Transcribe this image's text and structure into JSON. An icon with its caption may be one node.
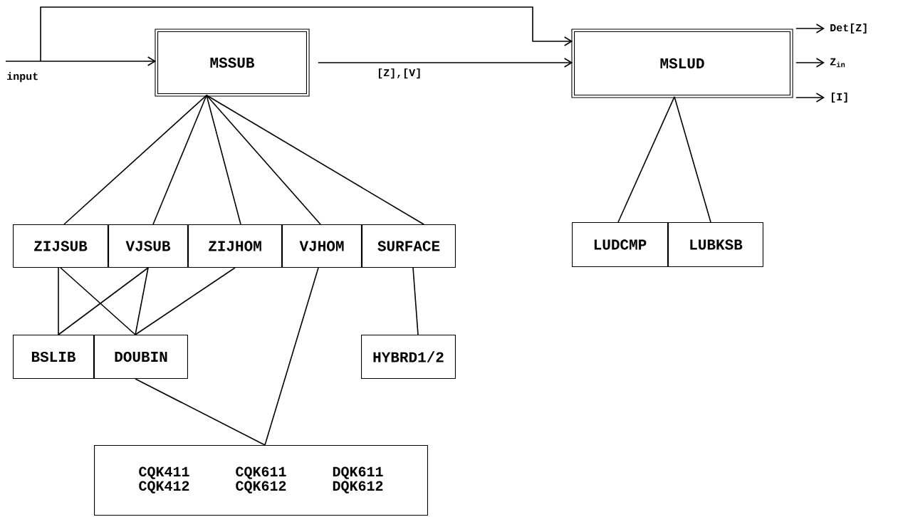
{
  "diagram": {
    "nodes": [
      {
        "text": [
          "MSSUB"
        ]
      },
      {
        "text": [
          "MSLUD"
        ]
      },
      {
        "text": [
          "ZIJSUB"
        ]
      },
      {
        "text": [
          "VJSUB"
        ]
      },
      {
        "text": [
          "ZIJHOM"
        ]
      },
      {
        "text": [
          "VJHOM"
        ]
      },
      {
        "text": [
          "SURFACE"
        ]
      },
      {
        "text": [
          "LUDCMP"
        ]
      },
      {
        "text": [
          "LUBKSB"
        ]
      },
      {
        "text": [
          "BSLIB"
        ]
      },
      {
        "text": [
          "DOUBIN"
        ]
      },
      {
        "text": [
          "HYBRD1/2"
        ]
      },
      {
        "text": [
          "CQK411",
          "CQK611",
          "DQK611",
          "CQK412",
          "CQK612",
          "DQK612"
        ]
      }
    ],
    "edges": [
      {
        "from": null,
        "to": 0,
        "arrow": "to",
        "label": "input"
      },
      {
        "from": null,
        "to": 1,
        "arrow": "to"
      },
      {
        "from": 0,
        "to": 1,
        "arrow": "to",
        "label": "[Z],[V]"
      },
      {
        "from": 1,
        "to": null,
        "arrow": "to",
        "label": "Det[Z]"
      },
      {
        "from": 1,
        "to": null,
        "arrow": "to",
        "label": "Z$_{in}$"
      },
      {
        "from": 1,
        "to": null,
        "arrow": "to",
        "label": "[I]"
      },
      {
        "from": 0,
        "to": 2,
        "arrow": "none"
      },
      {
        "from": 0,
        "to": 3,
        "arrow": "none"
      },
      {
        "from": 0,
        "to": 4,
        "arrow": "none"
      },
      {
        "from": 0,
        "to": 5,
        "arrow": "none"
      },
      {
        "from": 0,
        "to": 6,
        "arrow": "none"
      },
      {
        "from": 1,
        "to": 7,
        "arrow": "none"
      },
      {
        "from": 1,
        "to": 8,
        "arrow": "none"
      },
      {
        "from": 2,
        "to": 9,
        "arrow": "none"
      },
      {
        "from": 2,
        "to": 10,
        "arrow": "none"
      },
      {
        "from": 3,
        "to": 9,
        "arrow": "none"
      },
      {
        "from": 3,
        "to": 10,
        "arrow": "none"
      },
      {
        "from": 4,
        "to": 10,
        "arrow": "none"
      },
      {
        "from": 5,
        "to": 12,
        "arrow": "none"
      },
      {
        "from": 10,
        "to": 12,
        "arrow": "none"
      },
      {
        "from": 6,
        "to": 11,
        "arrow": "none"
      }
    ]
  }
}
